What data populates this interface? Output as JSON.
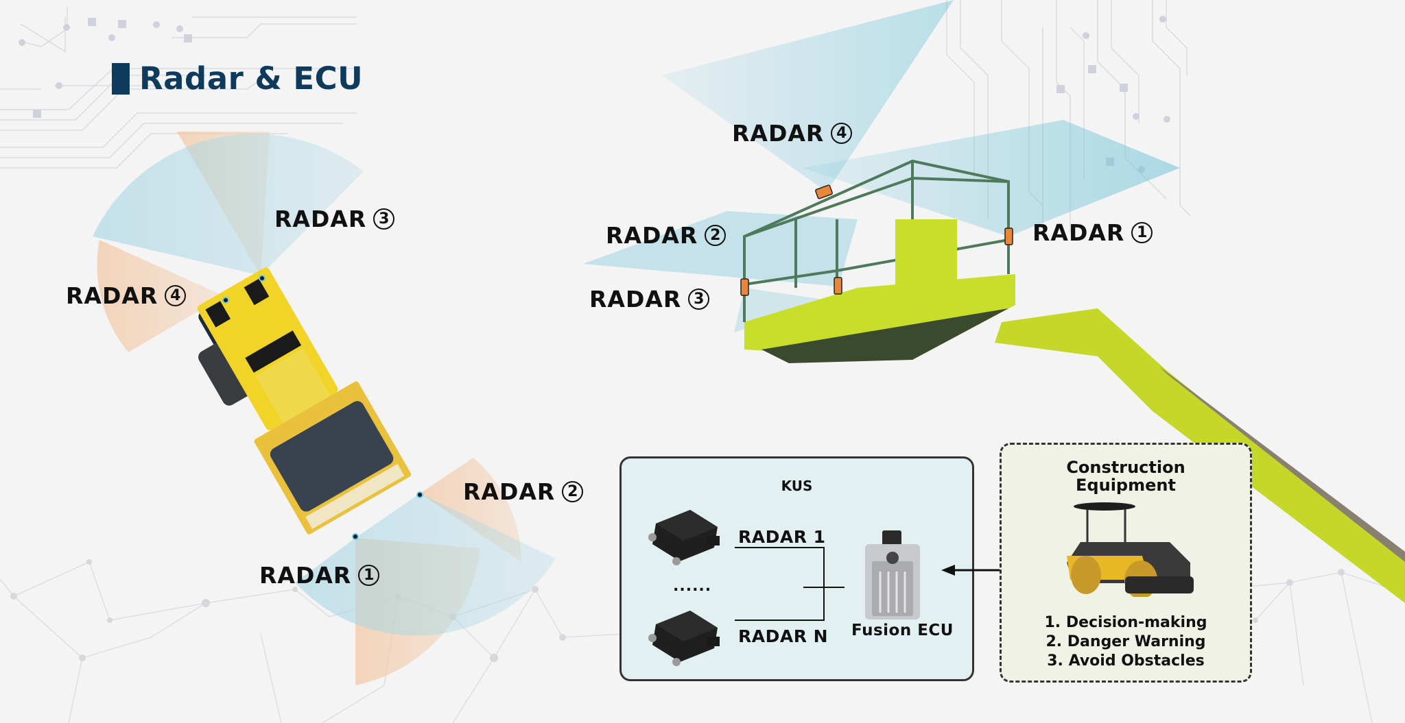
{
  "title": "Radar & ECU",
  "colors": {
    "title": "#0e3a5c",
    "coverage_blue": "#a9d6e3",
    "coverage_orange": "#f2c9a6",
    "kus_fill": "#e3f0f1",
    "equipment_fill": "#eff2e4",
    "sensor_marker": "#e8873a",
    "lift_green": "#c9de2a",
    "roller_yellow": "#f2d429"
  },
  "roller_diagram": {
    "radars": [
      {
        "label": "RADAR",
        "num": "1"
      },
      {
        "label": "RADAR",
        "num": "2"
      },
      {
        "label": "RADAR",
        "num": "3"
      },
      {
        "label": "RADAR",
        "num": "4"
      }
    ]
  },
  "lift_diagram": {
    "radars": [
      {
        "label": "RADAR",
        "num": "1"
      },
      {
        "label": "RADAR",
        "num": "2"
      },
      {
        "label": "RADAR",
        "num": "3"
      },
      {
        "label": "RADAR",
        "num": "4"
      }
    ]
  },
  "kus": {
    "title": "KUS",
    "radar_top": "RADAR 1",
    "ellipsis": "......",
    "radar_bottom": "RADAR N",
    "ecu_label": "Fusion ECU"
  },
  "equipment": {
    "title_line1": "Construction",
    "title_line2": "Equipment",
    "functions": [
      "1. Decision-making",
      "2. Danger Warning",
      "3. Avoid Obstacles"
    ]
  }
}
